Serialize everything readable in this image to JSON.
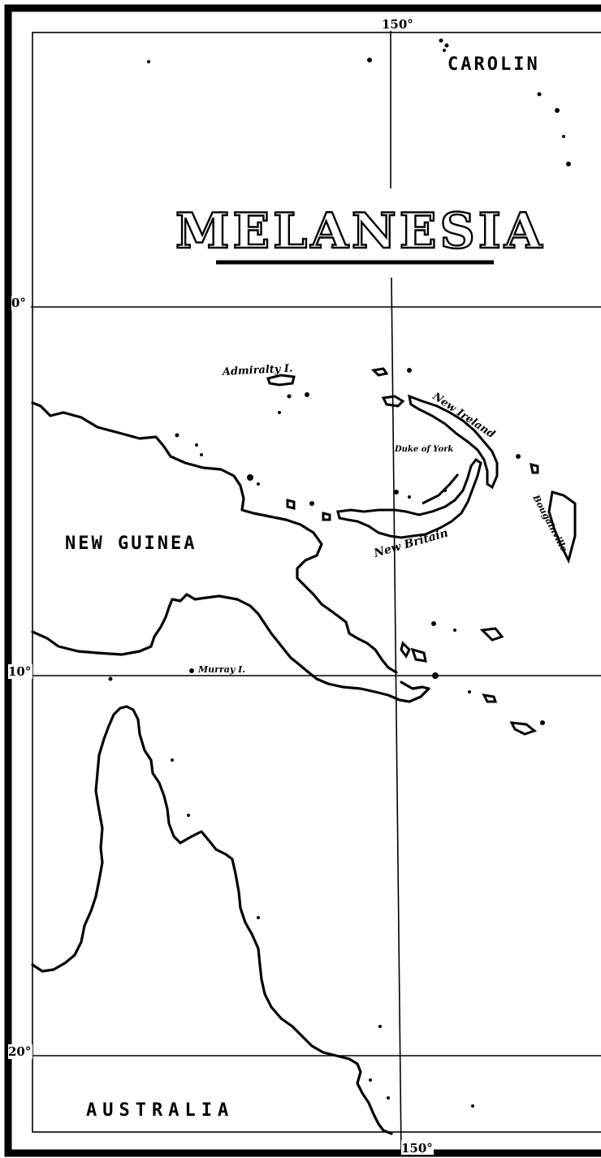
{
  "map": {
    "title": "MELANESIA",
    "latitude_labels": [
      "0°",
      "10°",
      "20°"
    ],
    "longitude_labels": [
      "150°",
      "150°"
    ],
    "regions": {
      "carolines": "CAROLIN",
      "new_guinea": "NEW GUINEA",
      "australia": "AUSTRALIA"
    },
    "islands": {
      "admiralty": "Admiralty I.",
      "new_ireland": "New Ireland",
      "duke_of_york": "Duke of York",
      "new_britain": "New Britain",
      "bougainville": "Bougainville",
      "murray": "Murray I."
    }
  }
}
